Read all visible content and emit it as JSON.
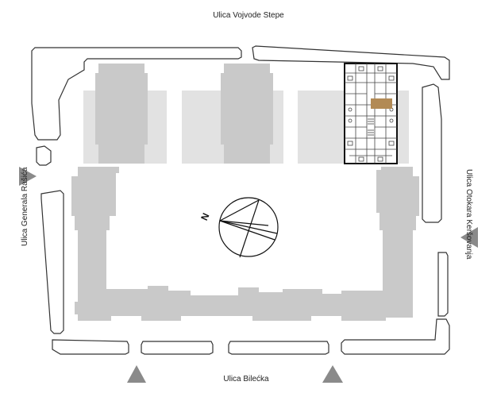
{
  "streets": {
    "top": "Ulica Vojvode Stepe",
    "bottom": "Ulica Bilećka",
    "left": "Ulica Generala Rašića",
    "right": "Ulica Otokara Keršovanja"
  },
  "compass": {
    "north_label": "N"
  },
  "colors": {
    "building": "#c9c9c9",
    "courtyard_band": "#e2e2e2",
    "outline": "#333333",
    "highlight_unit": "#b28a55",
    "entrance_arrow": "#8a8a8a"
  },
  "icons": [
    "compass-icon",
    "entrance-arrow-icon"
  ]
}
